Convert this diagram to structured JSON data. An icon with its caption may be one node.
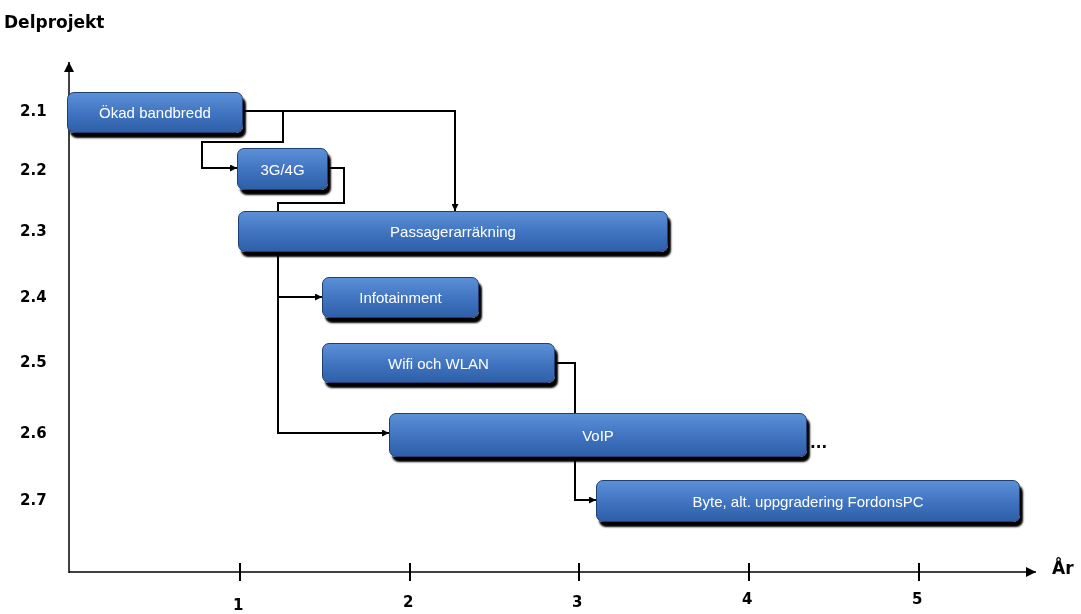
{
  "diagram": {
    "nodes": [
      {
        "text": [
          "Ökad bandbredd"
        ]
      },
      {
        "text": [
          "3G/4G"
        ]
      },
      {
        "text": [
          "Passagerarräkning"
        ]
      },
      {
        "text": [
          "Infotainment"
        ]
      },
      {
        "text": [
          "Wifi och WLAN"
        ]
      },
      {
        "text": [
          "VoIP"
        ]
      },
      {
        "text": [
          "Byte, alt. uppgradering FordonsPC"
        ]
      }
    ],
    "edges": [
      {
        "from": 0,
        "to": 1,
        "arrow": "to"
      },
      {
        "from": 0,
        "to": 2,
        "arrow": "to"
      },
      {
        "from": 1,
        "to": 2,
        "arrow": "none"
      },
      {
        "from": 2,
        "to": 3,
        "arrow": "to"
      },
      {
        "from": 2,
        "to": 5,
        "arrow": "to"
      },
      {
        "from": 4,
        "to": 5,
        "arrow": "none"
      },
      {
        "from": 5,
        "to": 6,
        "arrow": "to"
      }
    ],
    "labels": [
      "Delprojekt",
      "2.1",
      "2.2",
      "2.3",
      "2.4",
      "2.5",
      "2.6",
      "2.7",
      "...",
      "År",
      "1",
      "2",
      "3",
      "4",
      "5"
    ]
  }
}
